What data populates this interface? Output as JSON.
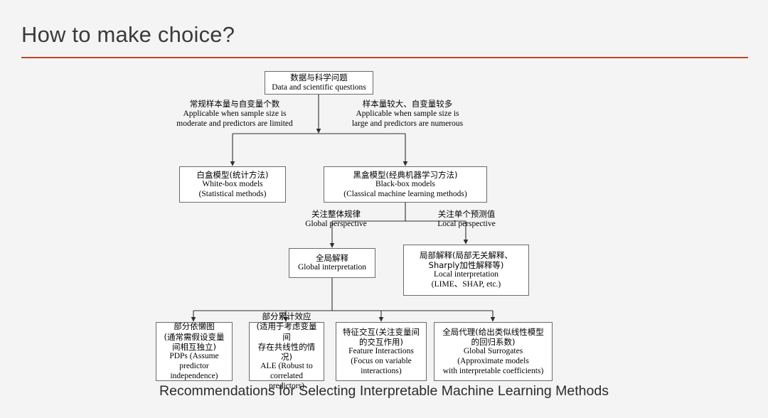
{
  "slide": {
    "title": "How to make choice?",
    "accent_color": "#c0492b",
    "background_color": "#f4f4f4",
    "caption": "Recommendations for Selecting Interpretable Machine Learning Methods"
  },
  "diagram": {
    "type": "flowchart",
    "nodes": {
      "root": {
        "cn": "数据与科学问题",
        "en": "Data and scientific questions"
      },
      "white_box": {
        "cn": "白盒模型(统计方法)",
        "en1": "White-box models",
        "en2": "(Statistical methods)"
      },
      "black_box": {
        "cn": "黑盒模型(经典机器学习方法)",
        "en1": "Black-box models",
        "en2": "(Classical machine learning methods)"
      },
      "global_interpretation": {
        "cn": "全局解释",
        "en": "Global interpretation"
      },
      "local_interpretation": {
        "cn1": "局部解释(局部无关解释、",
        "cn2": "Sharply加性解释等)",
        "en1": "Local interpretation",
        "en2": "(LIME、SHAP, etc.)"
      },
      "pdp": {
        "cn1": "部分依懒图",
        "cn2": "(通常需假设变量",
        "cn3": "间相互独立)",
        "en1": "PDPs (Assume predictor",
        "en2": "independence)"
      },
      "ale": {
        "cn1": "部分累计效应",
        "cn2": "(适用于考虑变量间",
        "cn3": "存在共线性的情况)",
        "en1": "ALE (Robust to",
        "en2": "correlated predictors)"
      },
      "feature_interactions": {
        "cn1": "特征交互(关注变量间",
        "cn2": "的交互作用)",
        "en1": "Feature Interactions",
        "en2": "(Focus on variable",
        "en3": "interactions)"
      },
      "global_surrogates": {
        "cn1": "全局代理(给出类似线性模型",
        "cn2": "的回归系数)",
        "en1": "Global Surrogates",
        "en2": "(Approximate models",
        "en3": "with interpretable coefficients)"
      }
    },
    "edge_labels": {
      "left_branch": {
        "cn": "常规样本量与自变量个数",
        "en1": "Applicable when sample size is",
        "en2": "moderate and predictors are limited"
      },
      "right_branch": {
        "cn": "样本量较大、自变量较多",
        "en1": "Applicable when sample size is",
        "en2": "large and predictors are numerous"
      },
      "global_perspective": {
        "cn": "关注整体规律",
        "en": "Global perspective"
      },
      "local_perspective": {
        "cn": "关注单个预测值",
        "en": "Local perspective"
      }
    }
  }
}
